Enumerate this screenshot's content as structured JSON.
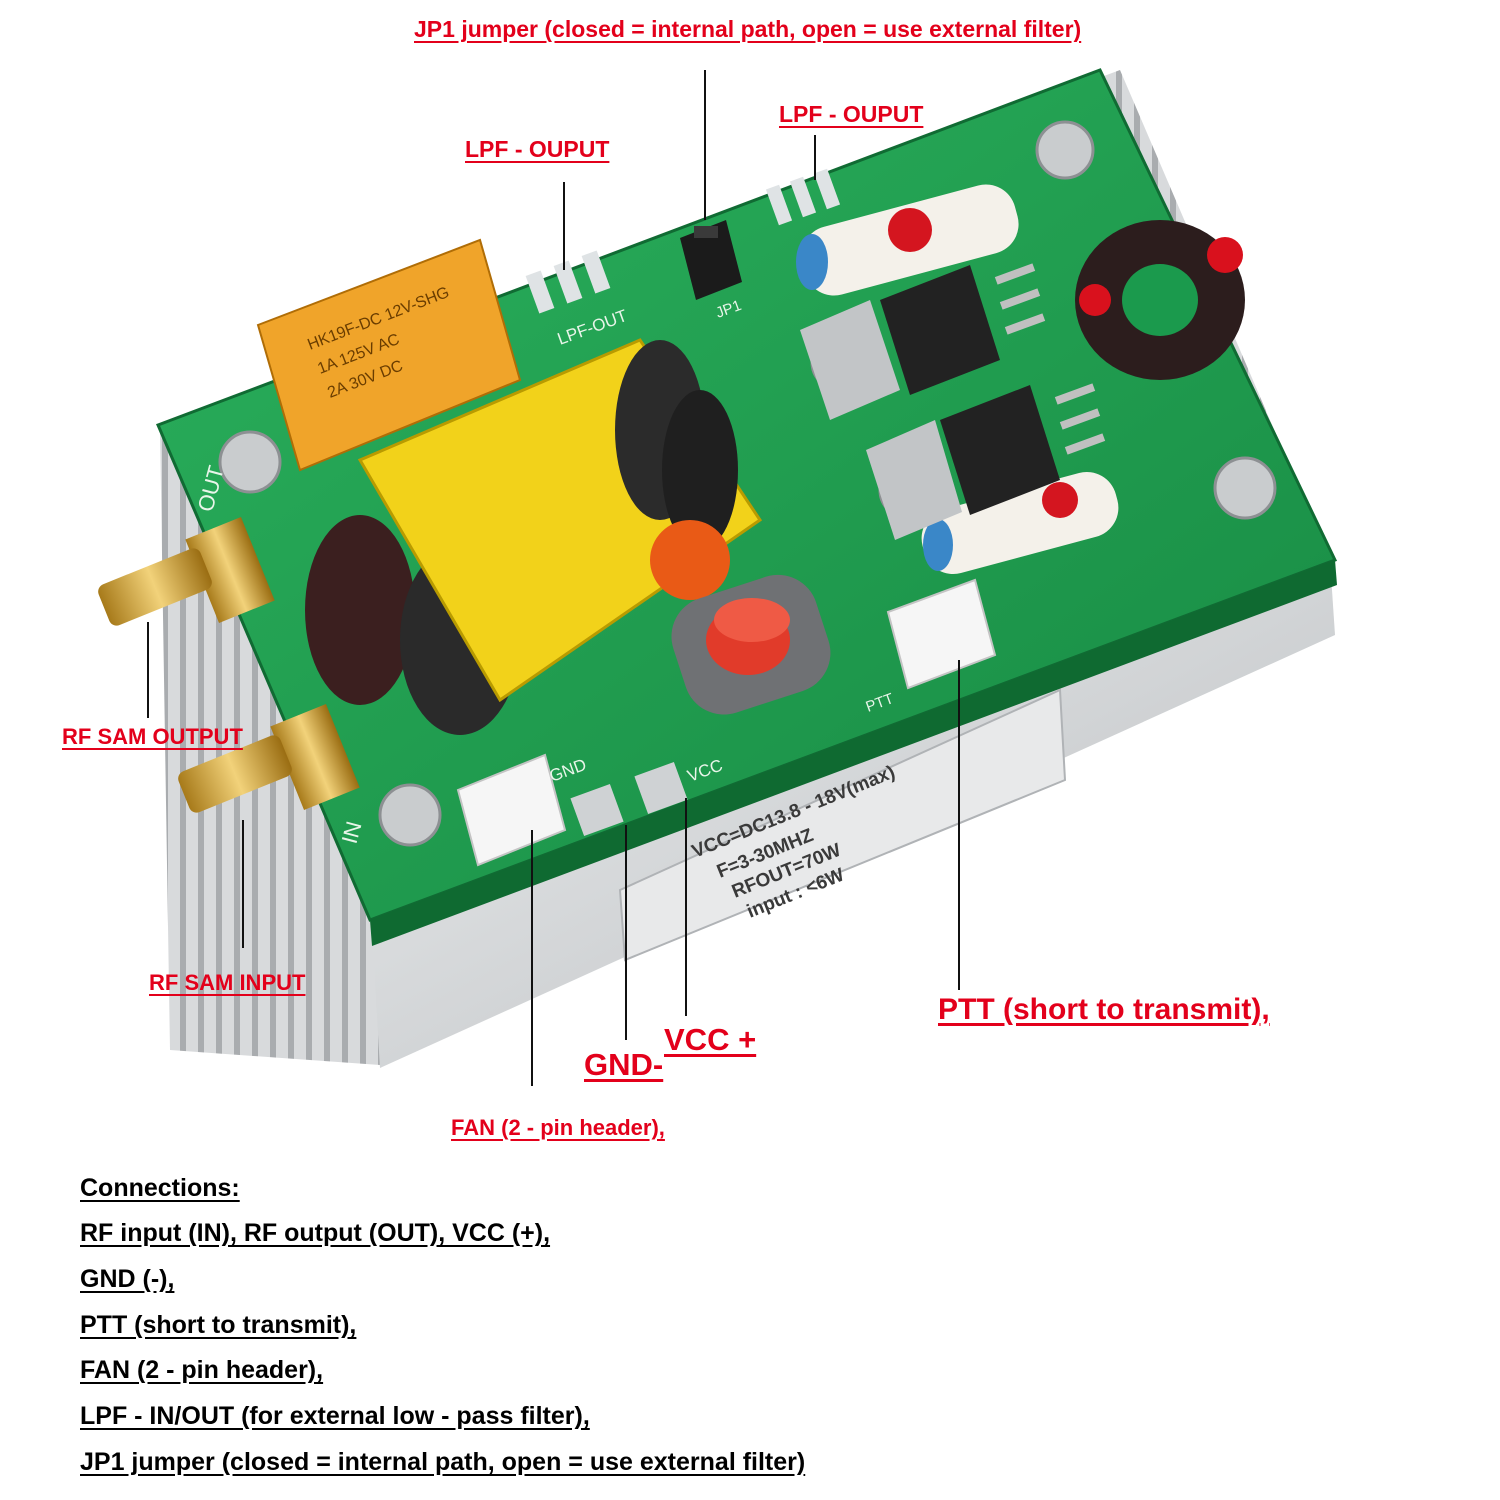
{
  "callouts": {
    "jp1_top": "JP1 jumper (closed = internal path, open = use external filter)",
    "lpf_output_left": "LPF - OUPUT",
    "lpf_output_right": "LPF - OUPUT",
    "rf_sam_output": "RF SAM OUTPUT",
    "rf_sam_input": "RF SAM INPUT",
    "gnd": "GND-",
    "vcc": "VCC +",
    "ptt": "PTT (short to transmit),",
    "fan": "FAN (2 - pin header),"
  },
  "board": {
    "silk_lpf_out": "LPF-OUT",
    "silk_jp1": "JP1",
    "silk_out": "OUT",
    "silk_in": "IN",
    "silk_gnd": "GND",
    "silk_vcc": "VCC",
    "silk_ptt": "PTT",
    "relay_lines": [
      "HK19F-DC 12V-SHG",
      "1A 125V AC",
      "2A 30V DC"
    ],
    "spec_lines": [
      "VCC=DC13.8 - 18V(max)",
      "F=3-30MHZ",
      "RFOUT=70W",
      "input : <6W"
    ]
  },
  "connections": {
    "title": "Connections:",
    "lines": [
      "RF input (IN), RF output (OUT), VCC (+),",
      "GND (-),",
      "PTT (short to transmit),",
      "FAN (2 - pin header),",
      "LPF - IN/OUT (for external low - pass filter),",
      "JP1 jumper (closed = internal path, open = use external filter)"
    ]
  },
  "colors": {
    "callout_red": "#e3001b",
    "pcb_green": "#1f9a4f",
    "heatsink_silver": "#d6d8da",
    "toroid_yellow": "#f2d21a"
  }
}
